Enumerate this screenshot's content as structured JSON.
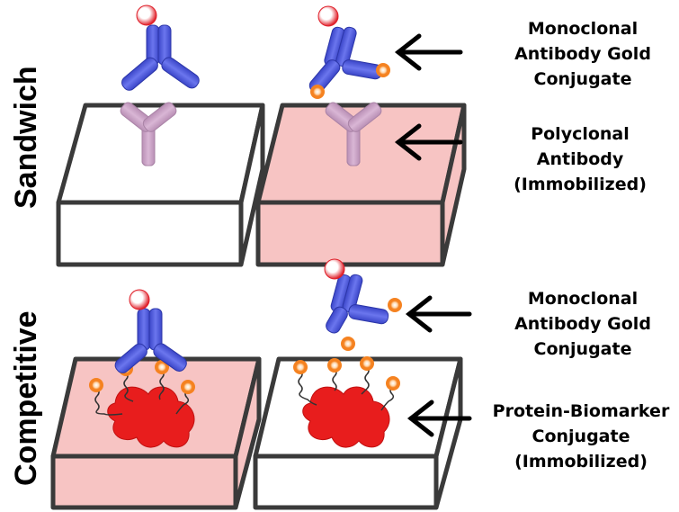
{
  "panels": {
    "sandwich": {
      "label": "Sandwich"
    },
    "competitive": {
      "label": "Competitive"
    }
  },
  "callouts": {
    "sandwich_conjugate": [
      "Monoclonal",
      "Antibody Gold",
      "Conjugate"
    ],
    "sandwich_polyclonal": [
      "Polyclonal",
      "Antibody",
      "(Immobilized)"
    ],
    "competitive_conjugate": [
      "Monoclonal",
      "Antibody Gold",
      "Conjugate"
    ],
    "competitive_protein": [
      "Protein-Biomarker",
      "Conjugate",
      "(Immobilized)"
    ]
  },
  "colors": {
    "box_outline": "#3a3a3a",
    "box_white": "#ffffff",
    "box_pink": "#f7c4c3",
    "monoclonal_antibody": "#4b57d6",
    "polyclonal_antibody": "#c9a2c6",
    "gold_particle": "#f58220",
    "label_dot": "#e0202a",
    "protein_biomarker": "#e81d1d"
  }
}
